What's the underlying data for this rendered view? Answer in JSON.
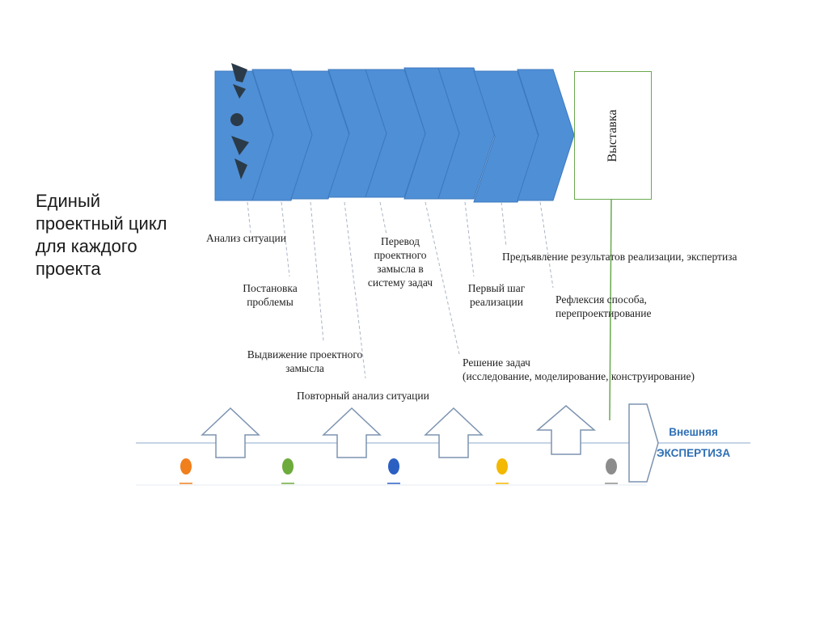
{
  "title_lines": [
    "Единый",
    "проектный цикл",
    "для каждого",
    "проекта"
  ],
  "exhibition_label": "Выставка",
  "stage_labels": {
    "analysis": "Анализ ситуации",
    "problem": [
      "Постановка",
      "проблемы"
    ],
    "idea": [
      "Выдвижение проектного",
      "замысла"
    ],
    "reanalysis": "Повторный анализ ситуации",
    "translation": [
      "Перевод",
      "проектного",
      "замысла в",
      "систему задач"
    ],
    "first_step": [
      "Первый шаг",
      "реализации"
    ],
    "solving": [
      "Решение  задач",
      "(исследование, моделирование, конструирование)"
    ],
    "presentation": "Предъявление результатов реализации, экспертиза",
    "reflection": [
      "Рефлексия способа,",
      "перепроектирование"
    ]
  },
  "external_review": [
    "Внешняя",
    "ЭКСПЕРТИЗА"
  ],
  "colors": {
    "chevron_fill": "#4f8fd6",
    "chevron_stroke": "#3c78bd",
    "exhibition_border": "#6aa84f",
    "timeline": "#c5d4e6",
    "external_text": "#2e6fb5",
    "dot_colors": [
      "#f07f1c",
      "#6cab3c",
      "#2b5fc2",
      "#f3b800",
      "#8c8c8c"
    ]
  }
}
